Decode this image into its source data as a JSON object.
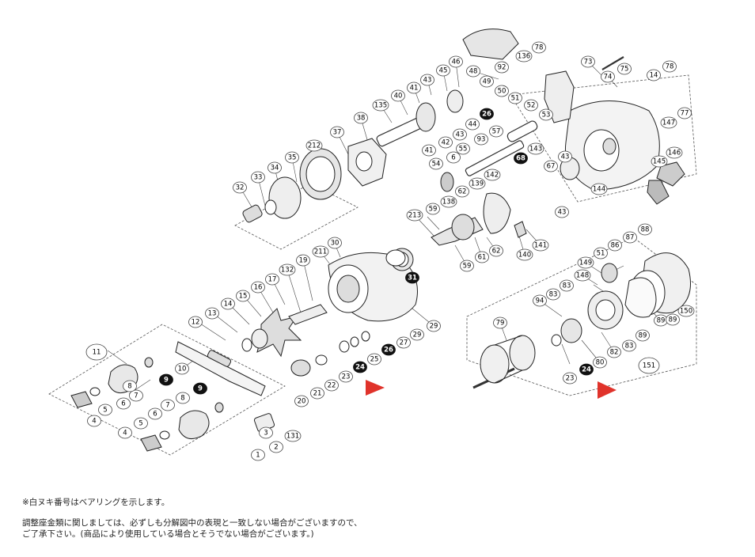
{
  "labels": {
    "p1": "1",
    "p2": "2",
    "p3": "3",
    "p4a": "4",
    "p4b": "4",
    "p5a": "5",
    "p5b": "5",
    "p6a": "6",
    "p6b": "6",
    "p7a": "7",
    "p7b": "7",
    "p8a": "8",
    "p8b": "8",
    "p9a": "9",
    "p9b": "9",
    "p10": "10",
    "p11": "11",
    "p12": "12",
    "p13": "13",
    "p14": "14",
    "p15": "15",
    "p16": "16",
    "p17": "17",
    "p19": "19",
    "p20": "20",
    "p21": "21",
    "p22": "22",
    "p23a": "23",
    "p23b": "23",
    "p24a": "24",
    "p24b": "24",
    "p25": "25",
    "p26a": "26",
    "p26b": "26",
    "p27": "27",
    "p29a": "29",
    "p29b": "29",
    "p30": "30",
    "p31": "31",
    "p32": "32",
    "p33": "33",
    "p34": "34",
    "p35": "35",
    "p37": "37",
    "p38": "38",
    "p40": "40",
    "p41a": "41",
    "p41b": "41",
    "p42": "42",
    "p43a": "43",
    "p43b": "43",
    "p43c": "43",
    "p43d": "43",
    "p44": "44",
    "p45": "45",
    "p46": "46",
    "p48": "48",
    "p49": "49",
    "p50": "50",
    "p51a": "51",
    "p51b": "51",
    "p52": "52",
    "p53": "53",
    "p54": "54",
    "p55": "55",
    "p57": "57",
    "p59a": "59",
    "p59b": "59",
    "p61": "61",
    "p62a": "62",
    "p62b": "62",
    "p67": "67",
    "p68": "68",
    "p73": "73",
    "p74": "74",
    "p75": "75",
    "p77": "77",
    "p78a": "78",
    "p78b": "78",
    "p79": "79",
    "p80": "80",
    "p82": "82",
    "p83a": "83",
    "p83b": "83",
    "p83c": "83",
    "p86": "86",
    "p87": "87",
    "p88": "88",
    "p89a": "89",
    "p89b": "89",
    "p89c": "89",
    "p92": "92",
    "p93": "93",
    "p94": "94",
    "p131": "131",
    "p132": "132",
    "p135": "135",
    "p136": "136",
    "p138": "138",
    "p139": "139",
    "p140": "140",
    "p141": "141",
    "p142": "142",
    "p143": "143",
    "p144": "144",
    "p145": "145",
    "p146": "146",
    "p147": "147",
    "p148": "148",
    "p149": "149",
    "p150": "150",
    "p151": "151",
    "p211": "211",
    "p212": "212",
    "p213": "213",
    "p6c": "6",
    "p14b": "14"
  },
  "notes": {
    "bearing_note": "※白ヌキ番号はベアリングを示します。",
    "disclaimer_line1": "調整座金類に関しましては、必ずしも分解図中の表現と一致しない場合がございますので、",
    "disclaimer_line2": "ご了承下さい。(商品により使用している場合とそうでない場合がございます。)"
  },
  "colors": {
    "pointer_red": "#e0332b",
    "bearing_fill": "#111111",
    "line": "#333333"
  }
}
